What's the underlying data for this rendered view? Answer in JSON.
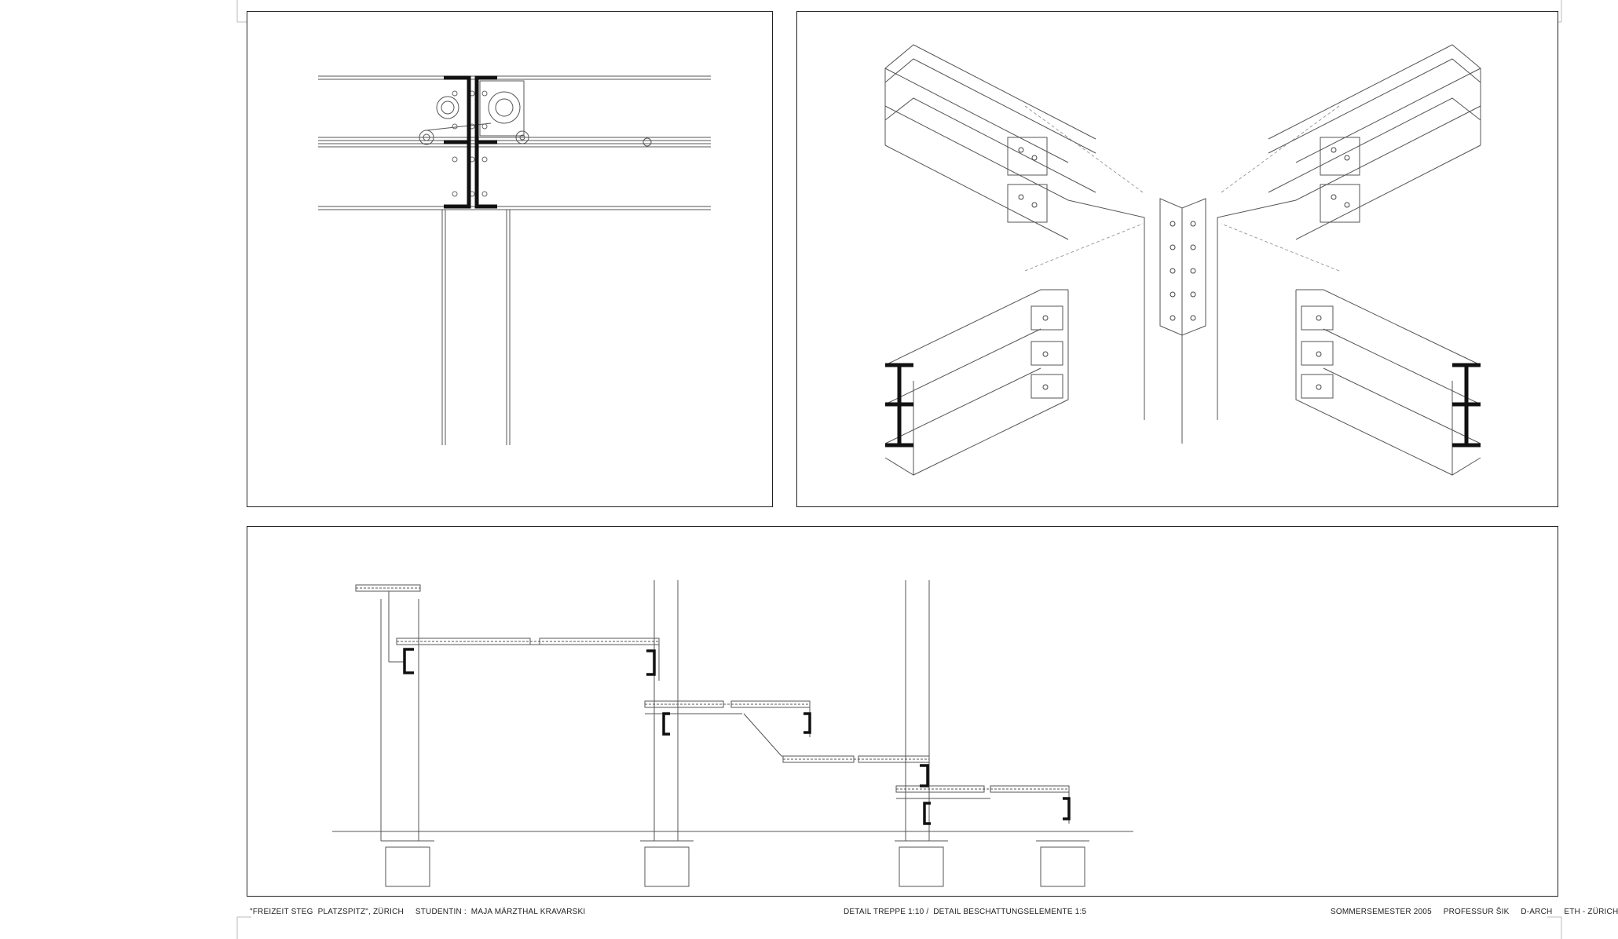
{
  "footer": {
    "left": "\"FREIZEIT STEG  PLATZSPITZ\", ZÜRICH     STUDENTIN :  MAJA MÄRZTHAL KRAVARSKI",
    "center": "DETAIL TREPPE 1:10 /  DETAIL BESCHATTUNGSELEMENTE 1:5",
    "right": "SOMMERSEMESTER 2005     PROFESSUR ŠIK     D-ARCH     ETH - ZÜRICH"
  }
}
